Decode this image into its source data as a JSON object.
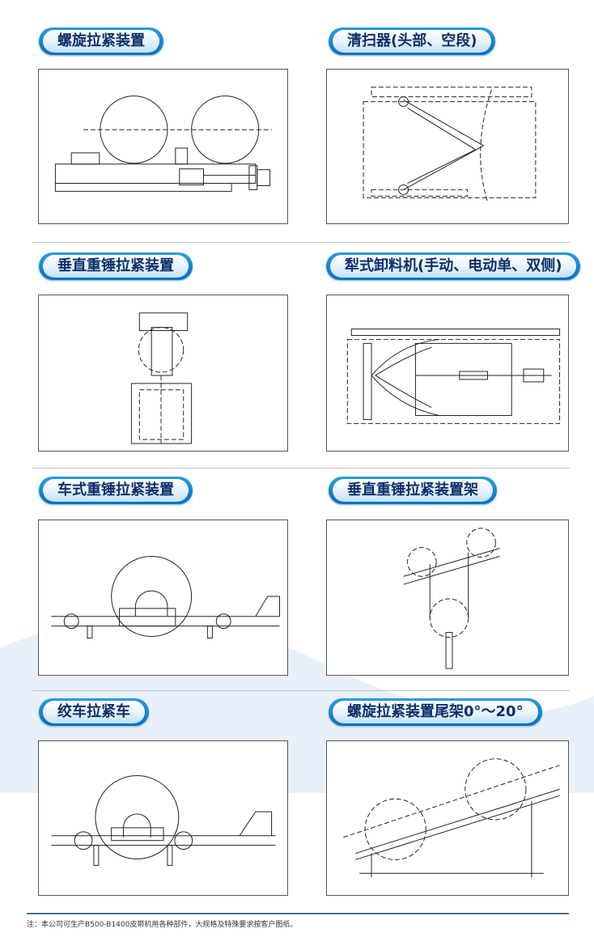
{
  "sections": [
    {
      "title": "螺旋拉紧装置"
    },
    {
      "title": "清扫器(头部、空段)"
    },
    {
      "title": "垂直重锤拉紧装置"
    },
    {
      "title": "犁式卸料机(手动、电动单、双侧)"
    },
    {
      "title": "车式重锤拉紧装置"
    },
    {
      "title": "垂直重锤拉紧装置架"
    },
    {
      "title": "绞车拉紧车"
    },
    {
      "title": "螺旋拉紧装置尾架0°～20°"
    }
  ],
  "footnote": "注：本公司可生产B500-B1400皮带机用各种部件，大规格及特殊要求按客户图纸。"
}
